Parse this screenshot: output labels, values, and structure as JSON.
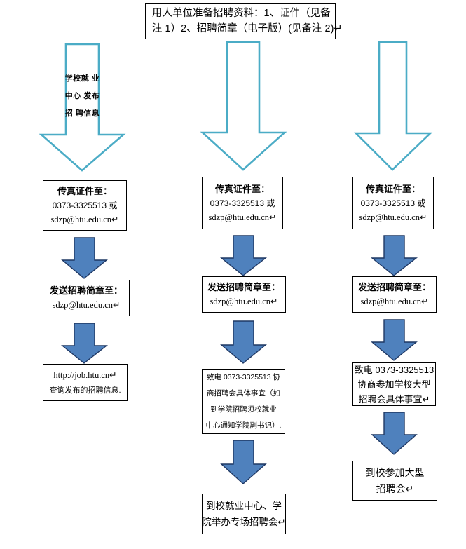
{
  "colors": {
    "hollow_arrow_stroke": "#4BACC6",
    "solid_arrow_fill": "#4F81BD",
    "solid_arrow_stroke": "#1F3864",
    "box_border": "#000000",
    "box_fill": "#FFFFFF",
    "text": "#000000"
  },
  "top_box": {
    "line1": "用人单位准备招聘资料：1、证件（见备",
    "line2": "注 1）2、招聘简章（电子版）(见备注 2)↵"
  },
  "hollow_arrows": [
    {
      "name": "publish-info-arrow",
      "label_lines": [
        "学校就",
        "业中心",
        "发布招",
        "聘信息"
      ]
    },
    {
      "name": "column2-arrow",
      "label_lines": []
    },
    {
      "name": "column3-arrow",
      "label_lines": []
    }
  ],
  "columns": [
    {
      "id": "col1",
      "fax_box": {
        "line1": "传真证件至：",
        "line2": "0373-3325513 或",
        "line3": "sdzp@htu.edu.cn↵"
      },
      "send_box": {
        "line1": "发送招聘简章至：",
        "line2": "sdzp@htu.edu.cn↵"
      },
      "third_box": {
        "line1": "http://job.htu.cn↵",
        "line2": "查询发布的招聘信息."
      }
    },
    {
      "id": "col2",
      "fax_box": {
        "line1": "传真证件至：",
        "line2": "0373-3325513 或",
        "line3": "sdzp@htu.edu.cn↵"
      },
      "send_box": {
        "line1": "发送招聘简章至：",
        "line2": "sdzp@htu.edu.cn↵"
      },
      "third_box": {
        "line1": "致电 0373-3325513 协",
        "line2": "商招聘会具体事宜（如",
        "line3": "到学院招聘须校就业",
        "line4": "中心通知学院副书记）."
      },
      "fourth_box": {
        "line1": "到校就业中心、学",
        "line2": "院举办专场招聘会↵"
      }
    },
    {
      "id": "col3",
      "fax_box": {
        "line1": "传真证件至：",
        "line2": "0373-3325513 或",
        "line3": "sdzp@htu.edu.cn↵"
      },
      "send_box": {
        "line1": "发送招聘简章至：",
        "line2": "sdzp@htu.edu.cn↵"
      },
      "third_box": {
        "line1": "致电 0373-3325513",
        "line2": "协商参加学校大型",
        "line3": "招聘会具体事宜↵"
      },
      "fourth_box": {
        "line1": "到校参加大型",
        "line2": "招聘会↵"
      }
    }
  ]
}
